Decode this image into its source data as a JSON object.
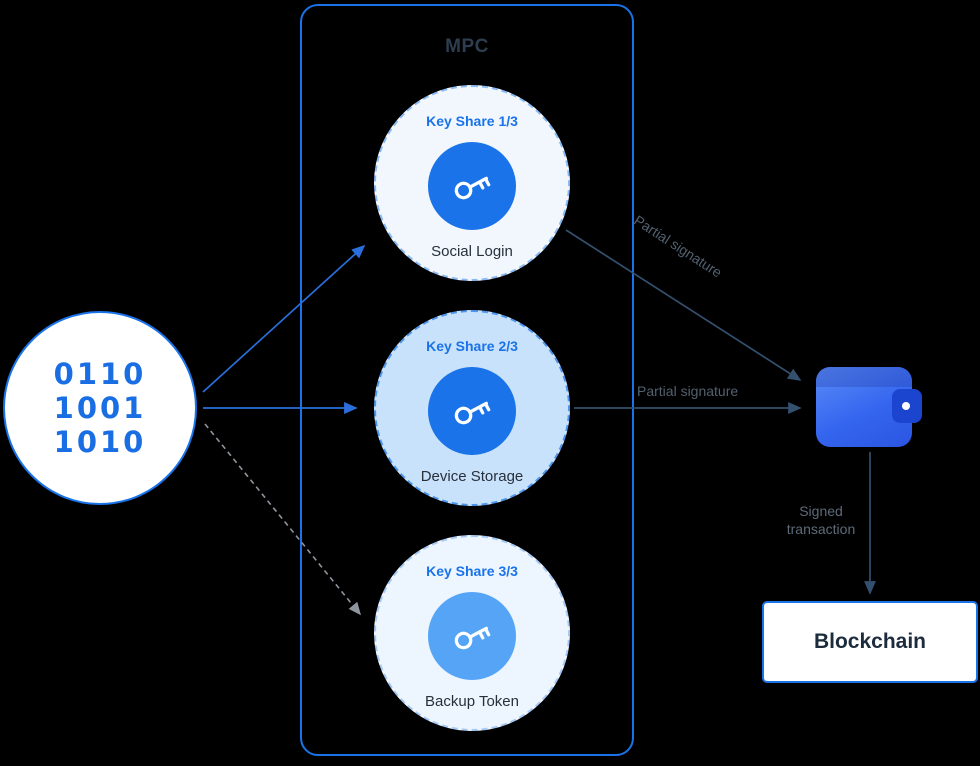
{
  "colors": {
    "accent": "#1a73e8",
    "blue_arrow": "#2a6fdb",
    "gray_arrow": "#8e959e",
    "dark_arrow": "#33506e",
    "background": "#000000"
  },
  "source": {
    "binary_lines": [
      "0110",
      "1001",
      "1010"
    ]
  },
  "mpc": {
    "title": "MPC",
    "shares": [
      {
        "title": "Key Share 1/3",
        "label": "Social Login"
      },
      {
        "title": "Key Share 2/3",
        "label": "Device Storage"
      },
      {
        "title": "Key Share 3/3",
        "label": "Backup Token"
      }
    ]
  },
  "labels": {
    "partial_signature_diagonal": "Partial signature",
    "partial_signature_horizontal": "Partial signature",
    "signed_transaction": "Signed transaction"
  },
  "blockchain": {
    "label": "Blockchain"
  }
}
